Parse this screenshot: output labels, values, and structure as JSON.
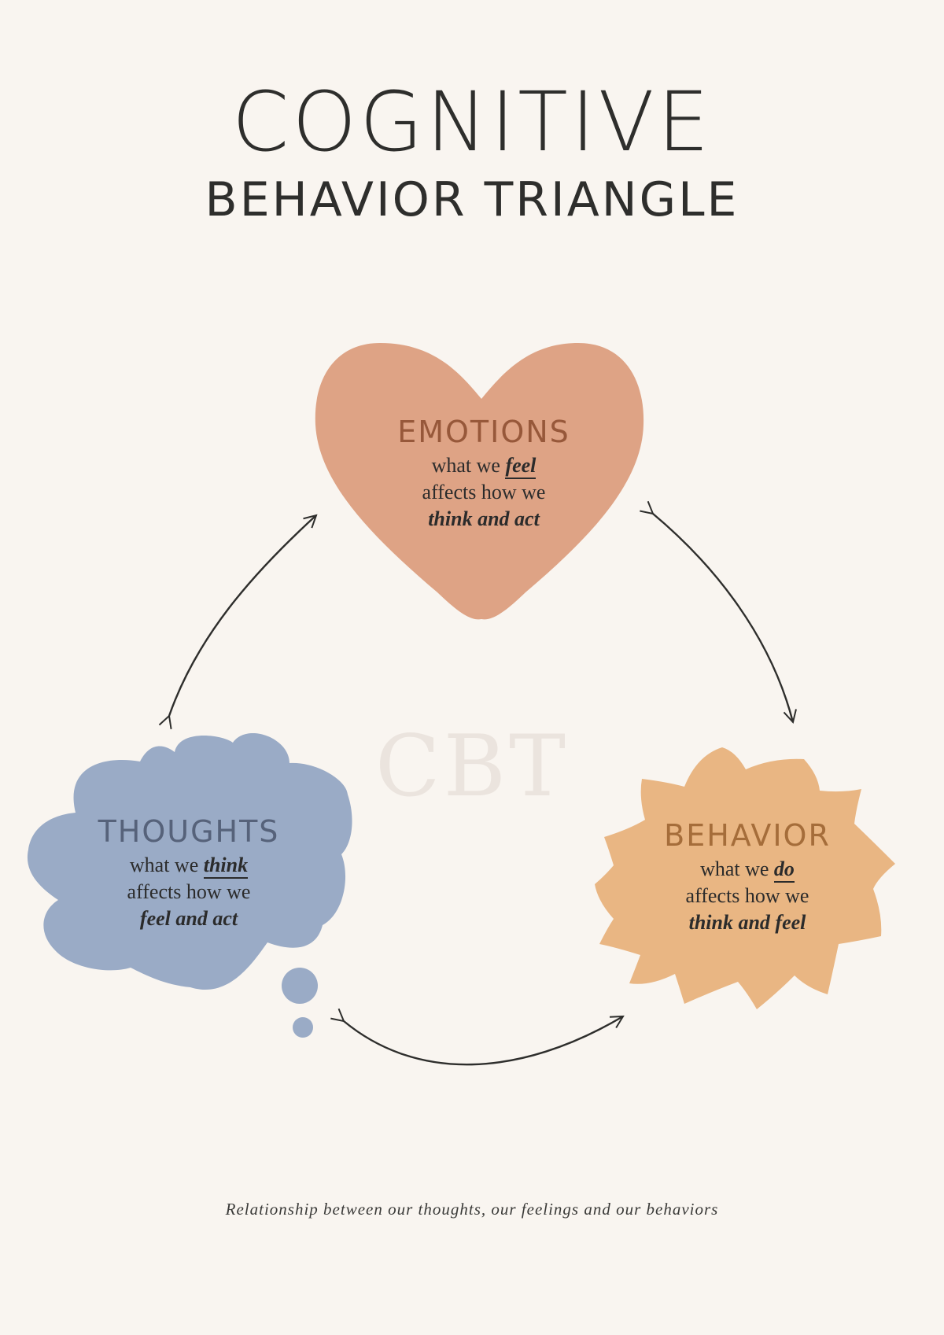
{
  "title": {
    "main": "COGNITIVE",
    "sub": "BEHAVIOR TRIANGLE"
  },
  "watermark": "CBT",
  "nodes": {
    "emotions": {
      "heading": "EMOTIONS",
      "line1_pre": "what we ",
      "line1_em": "feel",
      "line2": "affects how we",
      "line3": "think and act",
      "color": "#dea385"
    },
    "thoughts": {
      "heading": "THOUGHTS",
      "line1_pre": "what we ",
      "line1_em": "think",
      "line2": "affects how we",
      "line3": "feel and act",
      "color": "#9aabc6"
    },
    "behavior": {
      "heading": "BEHAVIOR",
      "line1_pre": "what we ",
      "line1_em": "do",
      "line2": "affects how we",
      "line3": "think and feel",
      "color": "#e9b683"
    }
  },
  "caption": "Relationship between our thoughts, our feelings and our behaviors",
  "colors": {
    "background": "#f9f5f0",
    "text": "#2e2e2c",
    "arrow": "#2e2e2c",
    "watermark": "#ebe4de"
  }
}
